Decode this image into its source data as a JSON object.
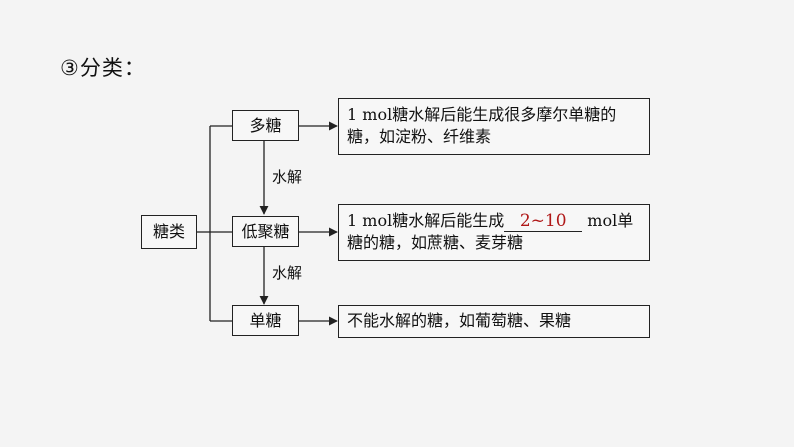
{
  "heading": "③分类：",
  "nodes": {
    "root": "糖类",
    "poly": "多糖",
    "oligo": "低聚糖",
    "mono": "单糖"
  },
  "edges": {
    "hydrolysis_1": "水解",
    "hydrolysis_2": "水解"
  },
  "descriptions": {
    "poly": "1 mol糖水解后能生成很多摩尔单糖的糖，如淀粉、纤维素",
    "oligo_before": "1 mol糖水解后能生成",
    "oligo_answer": "2~10",
    "oligo_after": " mol单糖的糖，如蔗糖、麦芽糖",
    "mono": "不能水解的糖，如葡萄糖、果糖"
  },
  "colors": {
    "answer": "#b01818",
    "line": "#222222"
  }
}
